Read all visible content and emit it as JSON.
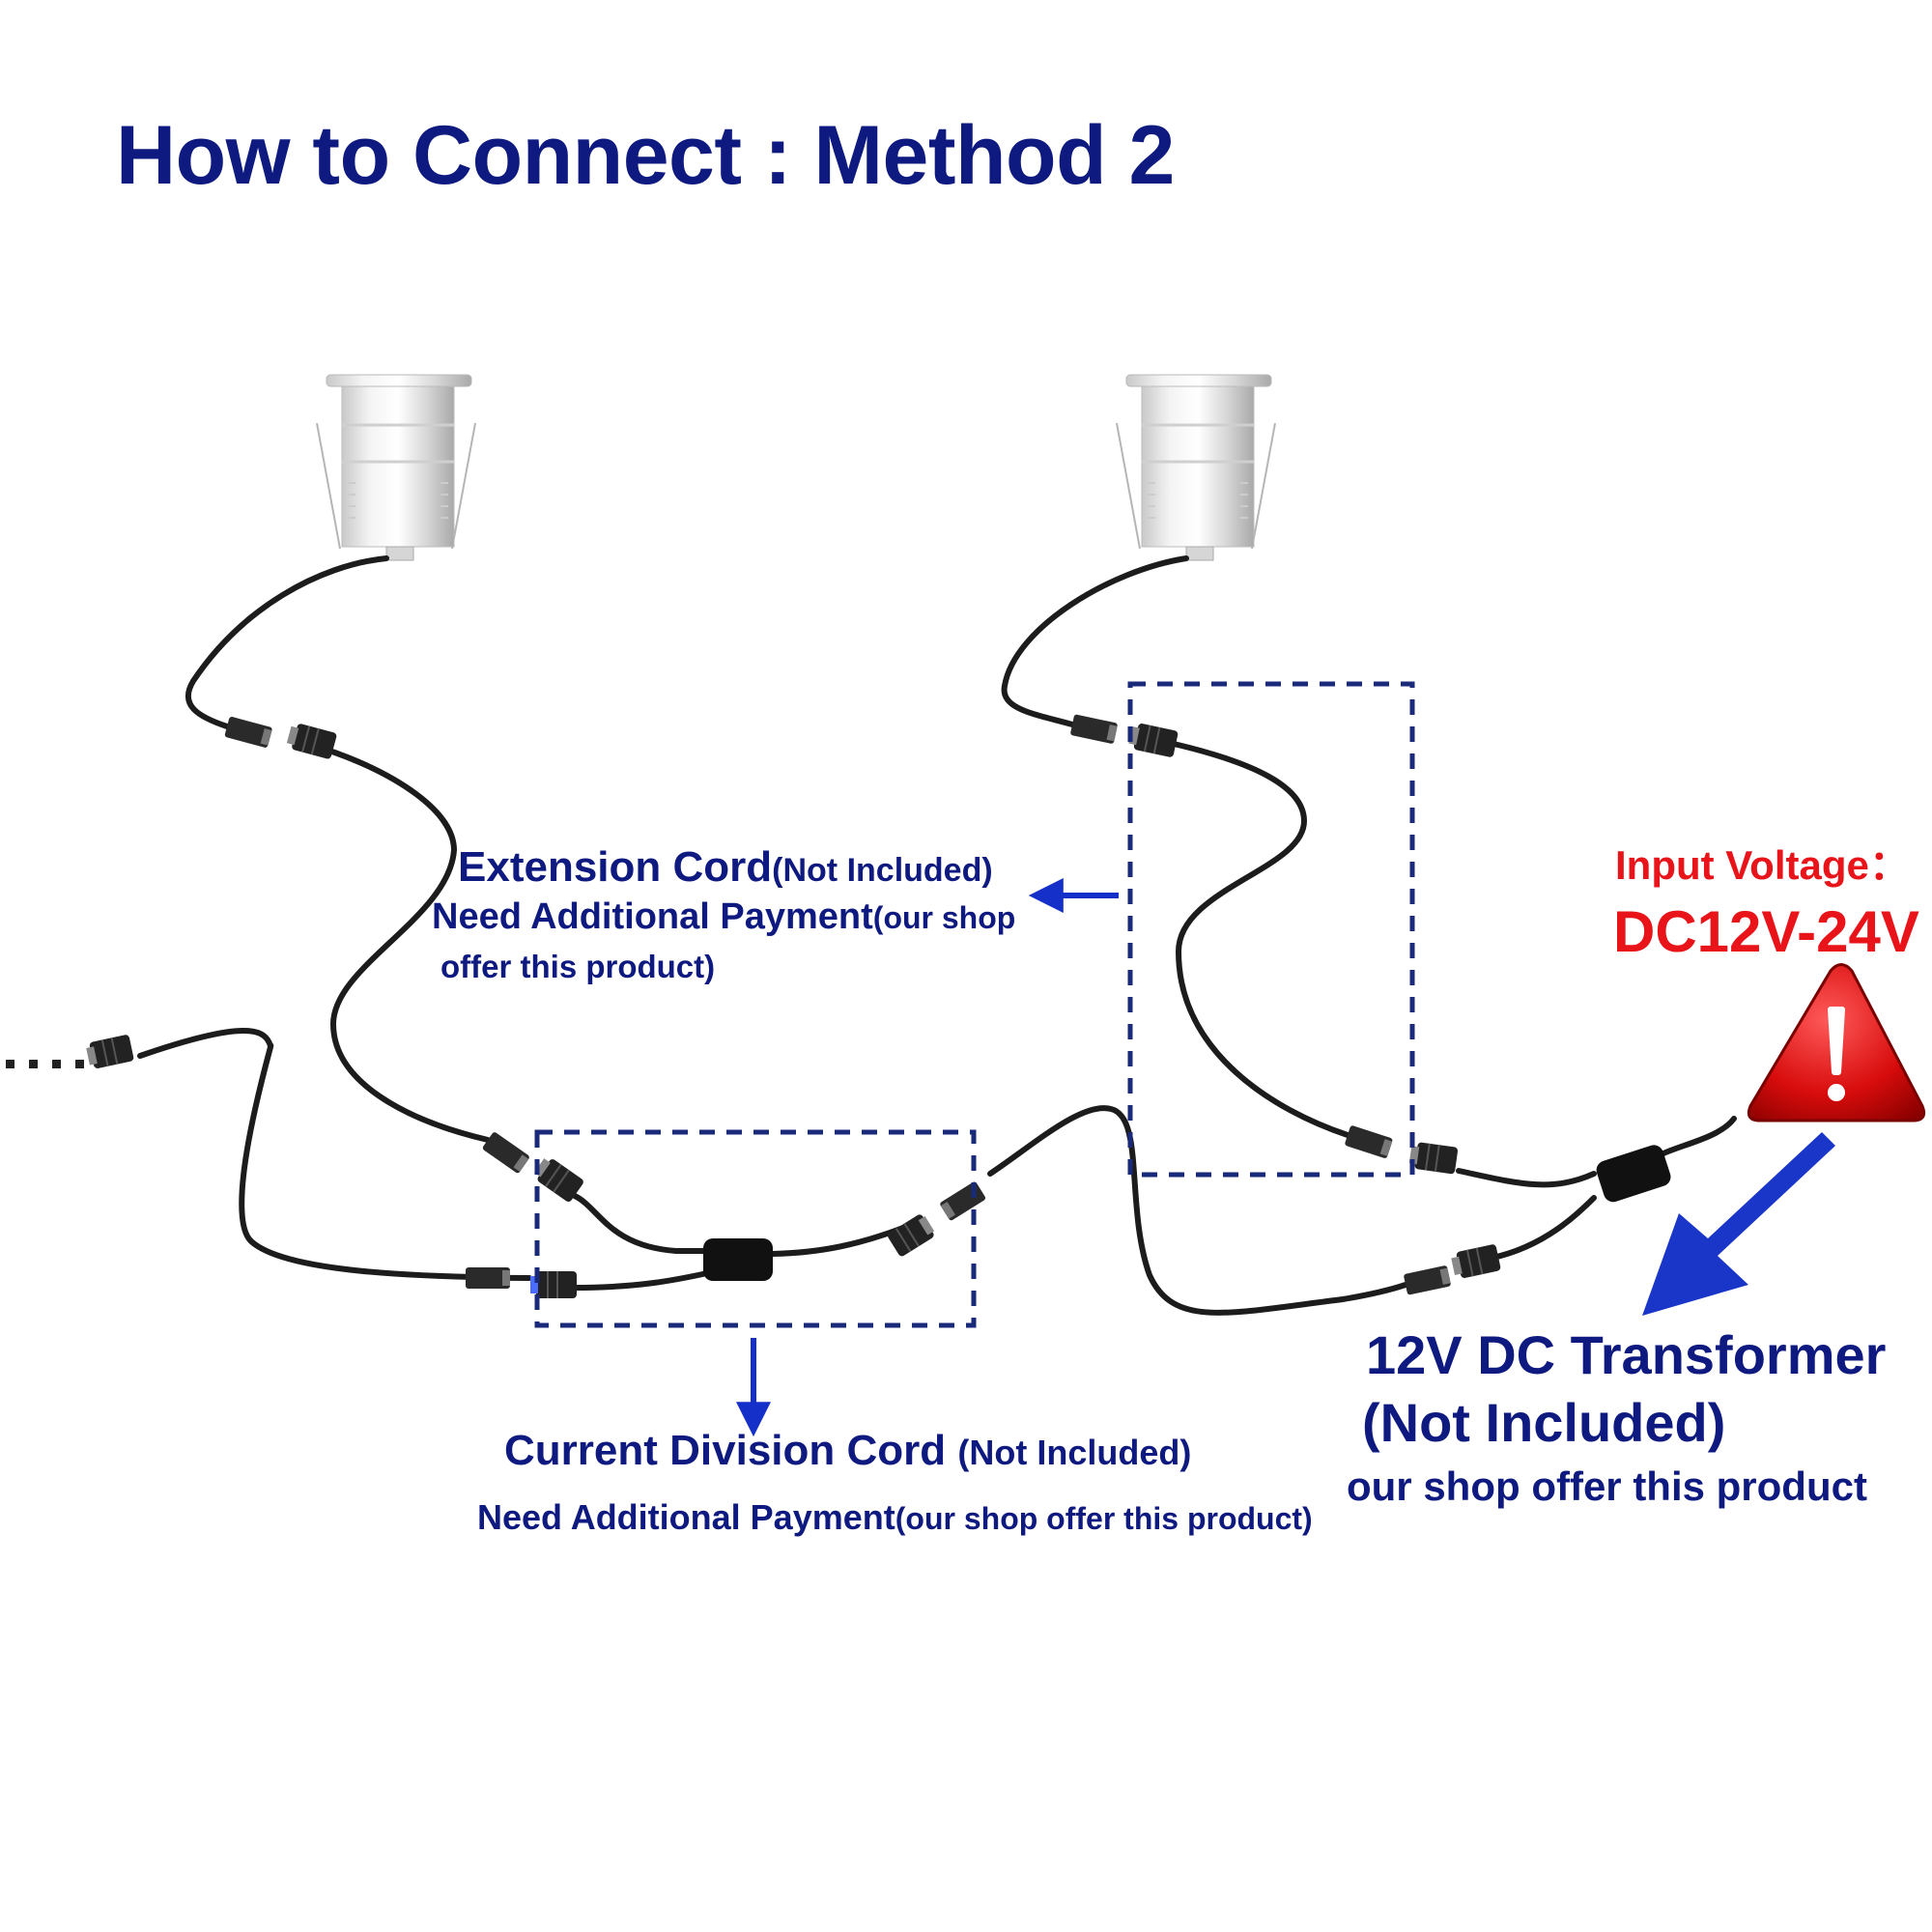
{
  "title": "How to Connect : Method 2",
  "extension_cord": {
    "name": "Extension Cord",
    "not_included": "(Not Included)",
    "payment": "Need Additional Payment",
    "shop_note_a": "(our shop",
    "shop_note_b": "offer this product)"
  },
  "current_division_cord": {
    "name": "Current Division Cord",
    "not_included": "(Not Included)",
    "payment": "Need Additional Payment",
    "shop_note": "(our shop offer this product)"
  },
  "input_voltage": {
    "label": "Input Voltage：",
    "value": "DC12V-24V"
  },
  "transformer": {
    "name": "12V DC Transformer",
    "not_included": "(Not Included)",
    "shop_note": "our shop offer this product"
  },
  "colors": {
    "text_navy": "#0f1a80",
    "text_red": "#e8141a",
    "arrow_blue": "#1530c8",
    "box_dash": "#1a2a7a",
    "cable": "#1c1c1c",
    "warning_red": "#d01010"
  }
}
